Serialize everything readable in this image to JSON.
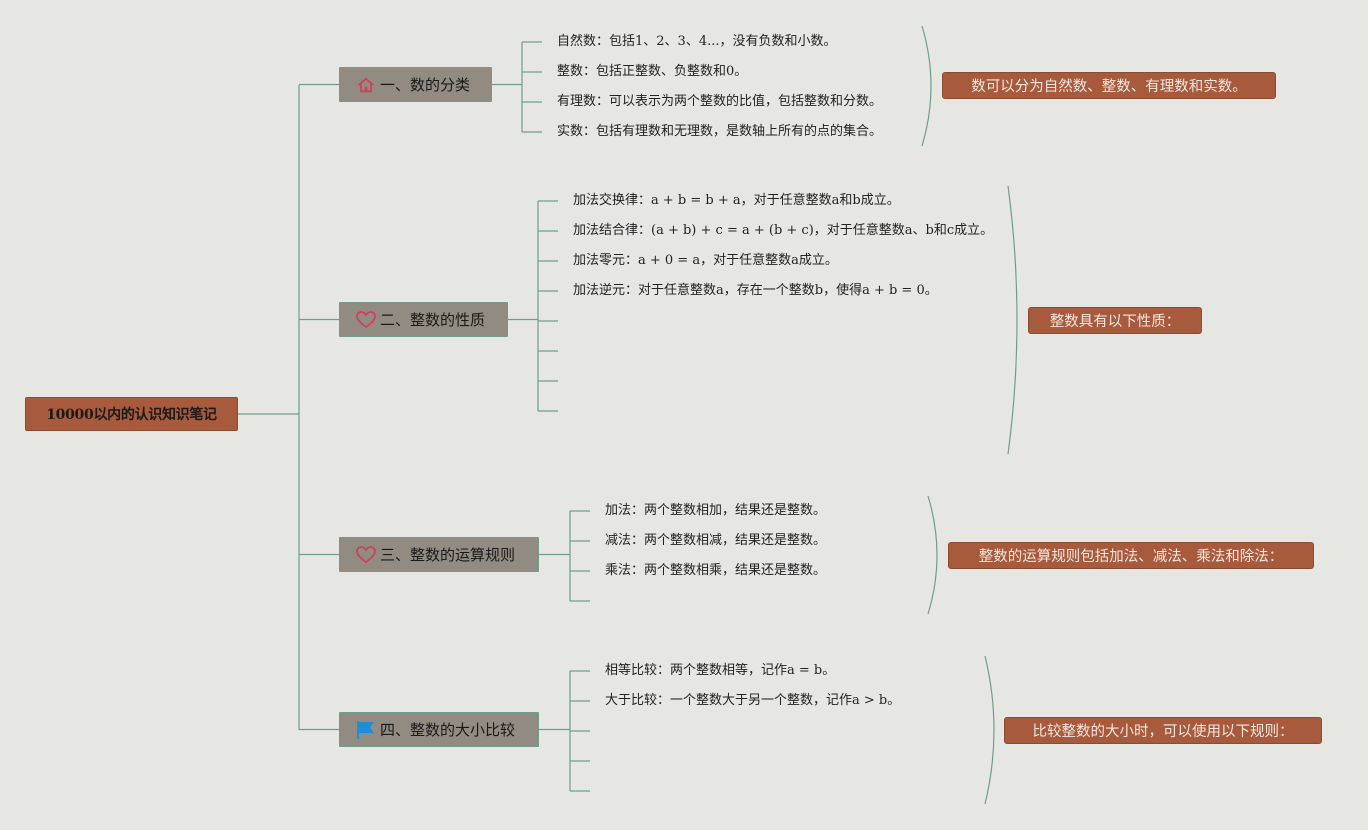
{
  "root": {
    "label": "10000以内的认识知识笔记"
  },
  "branches": [
    {
      "label": "一、数的分类",
      "icon": "home-icon",
      "leaves": [
        "自然数：包括1、2、3、4...，没有负数和小数。",
        "整数：包括正整数、负整数和0。",
        "有理数：可以表示为两个整数的比值，包括整数和分数。",
        "实数：包括有理数和无理数，是数轴上所有的点的集合。"
      ],
      "summary": "数可以分为自然数、整数、有理数和实数。"
    },
    {
      "label": "二、整数的性质",
      "icon": "heart-icon",
      "leaves": [
        "加法交换律：a + b = b + a，对于任意整数a和b成立。",
        "加法结合律：(a + b) + c = a + (b + c)，对于任意整数a、b和c成立。",
        "加法零元：a + 0 = a，对于任意整数a成立。",
        "加法逆元：对于任意整数a，存在一个整数b，使得a + b = 0。",
        "",
        "",
        "",
        ""
      ],
      "summary": "整数具有以下性质："
    },
    {
      "label": "三、整数的运算规则",
      "icon": "heart-icon",
      "leaves": [
        "加法：两个整数相加，结果还是整数。",
        "减法：两个整数相减，结果还是整数。",
        "乘法：两个整数相乘，结果还是整数。",
        ""
      ],
      "summary": "整数的运算规则包括加法、减法、乘法和除法："
    },
    {
      "label": "四、整数的大小比较",
      "icon": "flag-icon",
      "leaves": [
        "相等比较：两个整数相等，记作a = b。",
        "大于比较：一个整数大于另一个整数，记作a > b。",
        "",
        "",
        ""
      ],
      "summary": "比较整数的大小时，可以使用以下规则："
    }
  ],
  "colors": {
    "background": "#e6e7e3",
    "connector": "#6e9e8a",
    "root_fill": "#a85a3c",
    "branch_fill": "#918b81",
    "summary_fill": "#a85a3c",
    "home_icon": "#d0405a",
    "heart_icon": "#d0405a",
    "flag_icon": "#1e8fd6"
  }
}
